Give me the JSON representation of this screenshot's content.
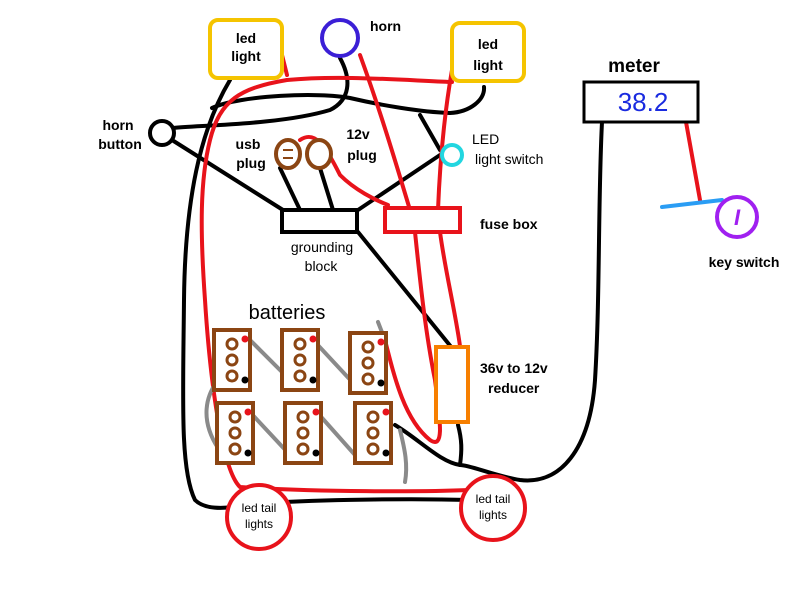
{
  "labels": {
    "horn": "horn",
    "led_light_left_1": "led",
    "led_light_left_2": "light",
    "led_light_right_1": "led",
    "led_light_right_2": "light",
    "meter": "meter",
    "meter_value": "38.2",
    "horn_button_1": "horn",
    "horn_button_2": "button",
    "usb_plug_1": "usb",
    "usb_plug_2": "plug",
    "plug12v_1": "12v",
    "plug12v_2": "plug",
    "led_switch_1": "LED",
    "led_switch_2": "light switch",
    "fuse_box": "fuse box",
    "grounding_1": "grounding",
    "grounding_2": "block",
    "key_switch": "key switch",
    "key_switch_symbol": "I",
    "batteries": "batteries",
    "reducer_1": "36v to 12v",
    "reducer_2": "reducer",
    "tail_left_1": "led tail",
    "tail_left_2": "lights",
    "tail_right_1": "led tail",
    "tail_right_2": "lights"
  },
  "colors": {
    "positive_wire": "#e8131b",
    "ground_wire": "#000000",
    "battery_link": "#8a8a8a",
    "led_light": "#f5c400",
    "horn": "#3b1fd6",
    "switch": "#22d6e0",
    "meter_text": "#1a2be0",
    "key_switch": "#a020f0",
    "key_blade": "#2a9df4",
    "reducer": "#f77f00",
    "battery": "#8b4513",
    "tail_lights": "#e8131b"
  }
}
